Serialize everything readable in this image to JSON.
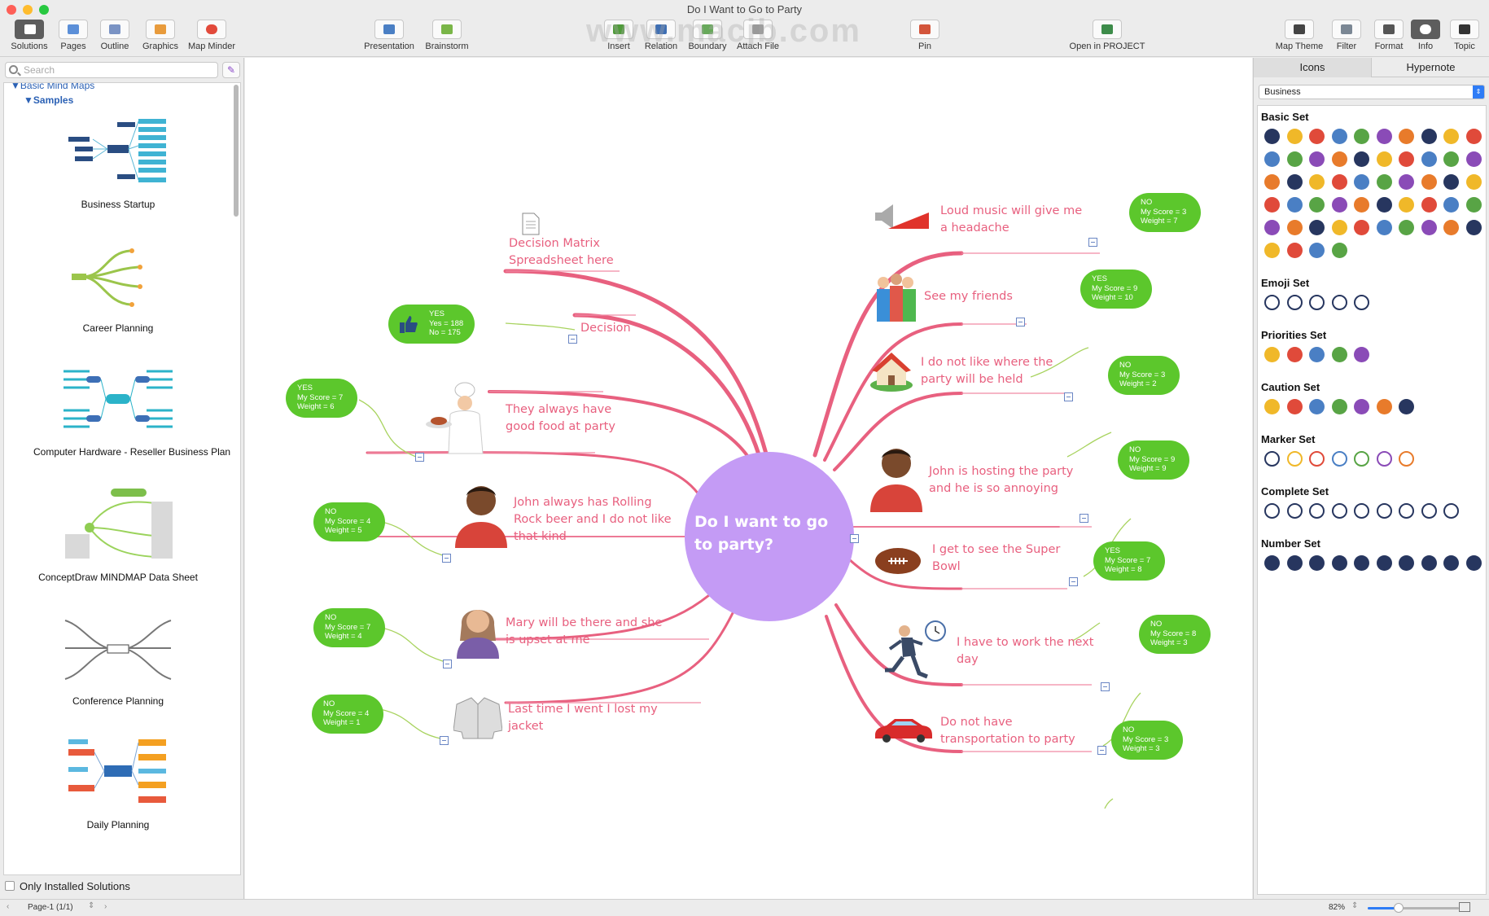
{
  "window": {
    "title": "Do I Want to Go to Party",
    "colors": {
      "close": "#fe5f57",
      "minimize": "#febc2e",
      "zoom": "#28c840"
    }
  },
  "toolbar": {
    "left": [
      {
        "label": "Solutions",
        "icon": "solutions-icon",
        "active": true
      },
      {
        "label": "Pages",
        "icon": "pages-icon"
      },
      {
        "label": "Outline",
        "icon": "outline-icon"
      },
      {
        "label": "Graphics",
        "icon": "graphics-icon"
      },
      {
        "label": "Map Minder",
        "icon": "map-minder-icon"
      }
    ],
    "center": [
      {
        "label": "Presentation",
        "icon": "presentation-icon"
      },
      {
        "label": "Brainstorm",
        "icon": "brainstorm-icon"
      },
      {
        "label": "Insert",
        "icon": "insert-icon"
      },
      {
        "label": "Relation",
        "icon": "relation-icon"
      },
      {
        "label": "Boundary",
        "icon": "boundary-icon"
      },
      {
        "label": "Attach File",
        "icon": "attach-file-icon"
      },
      {
        "label": "Pin",
        "icon": "pin-icon"
      },
      {
        "label": "Open in PROJECT",
        "icon": "open-in-project-icon"
      }
    ],
    "right": [
      {
        "label": "Map Theme",
        "icon": "map-theme-icon"
      },
      {
        "label": "Filter",
        "icon": "filter-icon"
      },
      {
        "label": "Format",
        "icon": "format-icon"
      },
      {
        "label": "Info",
        "icon": "info-icon",
        "active": true
      },
      {
        "label": "Topic",
        "icon": "topic-icon"
      }
    ],
    "watermark": "www.macjb.com"
  },
  "left_panel": {
    "search_placeholder": "Search",
    "tree_root": "Basic Mind Maps",
    "tree_group": "Samples",
    "samples": [
      {
        "label": "Business Startup"
      },
      {
        "label": "Career Planning"
      },
      {
        "label": "Computer Hardware - Reseller Business Plan"
      },
      {
        "label": "ConceptDraw MINDMAP Data Sheet"
      },
      {
        "label": "Conference Planning"
      },
      {
        "label": "Daily Planning"
      }
    ],
    "only_installed_label": "Only Installed Solutions"
  },
  "mindmap": {
    "central": "Do I want to go to party?",
    "colors": {
      "central": "#c49bf5",
      "branch": "#e8607f",
      "pill": "#5cc72c",
      "pill_line": "#a8d35f"
    },
    "left_topics": [
      {
        "text": "Decision Matrix Spreadsheet here",
        "icon": "document-icon"
      },
      {
        "text": "Decision",
        "pill": [
          "YES",
          "Yes = 188",
          "No = 175"
        ],
        "pill_icon": "thumbs-up-icon"
      },
      {
        "text": "They always have good food at party",
        "icon": "chef-icon",
        "pill": [
          "YES",
          "My Score = 7",
          "Weight = 6"
        ]
      },
      {
        "text": "John always has Rolling Rock beer and I do not like that kind",
        "icon": "man-avatar-icon",
        "pill": [
          "NO",
          "My Score = 4",
          "Weight = 5"
        ]
      },
      {
        "text": "Mary will be there and she is upset at me",
        "icon": "woman-avatar-icon",
        "pill": [
          "NO",
          "My Score = 7",
          "Weight = 4"
        ]
      },
      {
        "text": "Last time I went I lost my jacket",
        "icon": "jacket-icon",
        "pill": [
          "NO",
          "My Score = 4",
          "Weight = 1"
        ]
      }
    ],
    "right_topics": [
      {
        "text": "Loud music will give me a headache",
        "icon": "megaphone-icon",
        "pill": [
          "NO",
          "My Score = 3",
          "Weight = 7"
        ]
      },
      {
        "text": "See my friends",
        "icon": "friends-icon",
        "pill": [
          "YES",
          "My Score = 9",
          "Weight = 10"
        ]
      },
      {
        "text": "I do not like where the party will be held",
        "icon": "house-icon",
        "pill": [
          "NO",
          "My Score = 3",
          "Weight = 2"
        ]
      },
      {
        "text": "John is hosting the party and he is so annoying",
        "icon": "man-avatar-icon",
        "pill": [
          "NO",
          "My Score = 9",
          "Weight = 9"
        ]
      },
      {
        "text": "I get to see the Super Bowl",
        "icon": "football-icon",
        "pill": [
          "YES",
          "My Score = 7",
          "Weight = 8"
        ]
      },
      {
        "text": "I have to work the next day",
        "icon": "businessman-running-icon",
        "pill": [
          "NO",
          "My Score = 8",
          "Weight = 3"
        ]
      },
      {
        "text": "Do not have transportation to party",
        "icon": "red-car-icon",
        "pill": [
          "NO",
          "My Score = 3",
          "Weight = 3"
        ]
      }
    ]
  },
  "right_panel": {
    "tabs": [
      {
        "label": "Icons",
        "selected": true
      },
      {
        "label": "Hypernote"
      }
    ],
    "library": "Business",
    "sets": [
      {
        "title": "Basic Set",
        "count": 54,
        "color": "#27365f"
      },
      {
        "title": "Emoji Set",
        "count": 5,
        "color": "#27365f"
      },
      {
        "title": "Priorities Set",
        "count": 5,
        "color": "#27365f"
      },
      {
        "title": "Caution Set",
        "count": 7,
        "color": "#27365f"
      },
      {
        "title": "Marker Set",
        "count": 7,
        "color": "#27365f"
      },
      {
        "title": "Complete Set",
        "count": 9,
        "color": "#27365f"
      },
      {
        "title": "Number Set",
        "count": 10,
        "color": "#27365f"
      }
    ]
  },
  "status": {
    "page": "Page-1 (1/1)",
    "zoom": "82%"
  }
}
